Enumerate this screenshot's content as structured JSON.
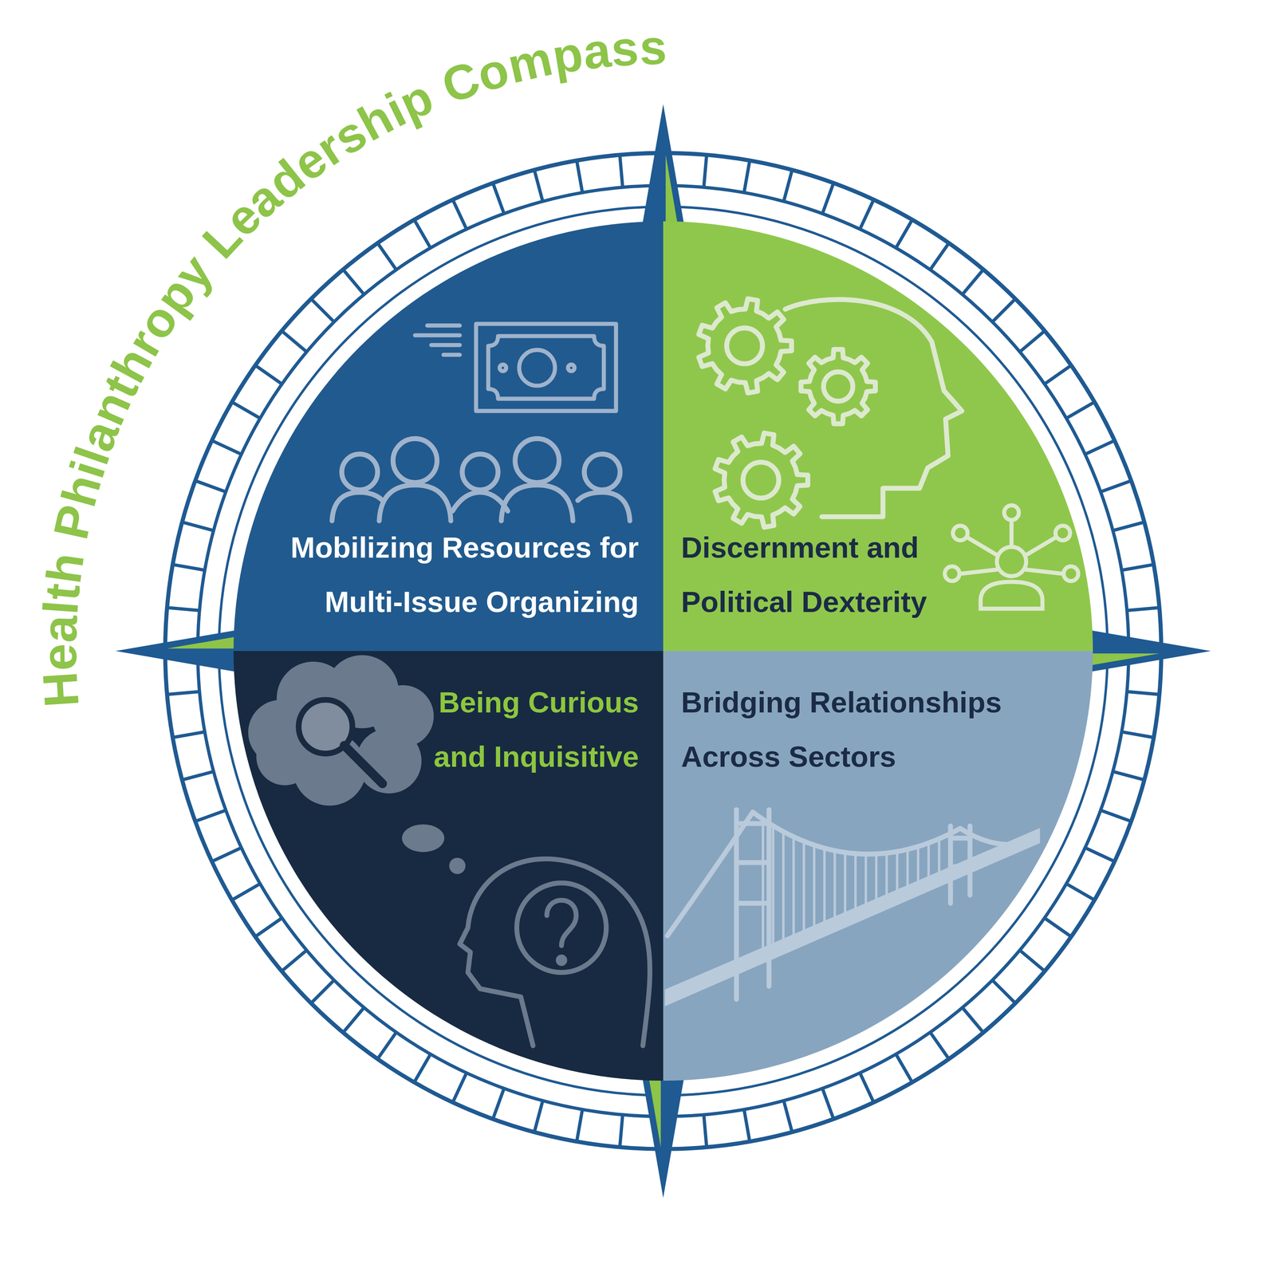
{
  "diagram": {
    "title": "Health Philanthropy Leadership Compass",
    "nodes": [
      {
        "text": [
          "Mobilizing Resources for Multi-Issue Organizing"
        ]
      },
      {
        "text": [
          "Discernment and Political Dexterity"
        ]
      },
      {
        "text": [
          "Being Curious and Inquisitive"
        ]
      },
      {
        "text": [
          "Bridging Relationships Across Sectors"
        ]
      }
    ]
  }
}
